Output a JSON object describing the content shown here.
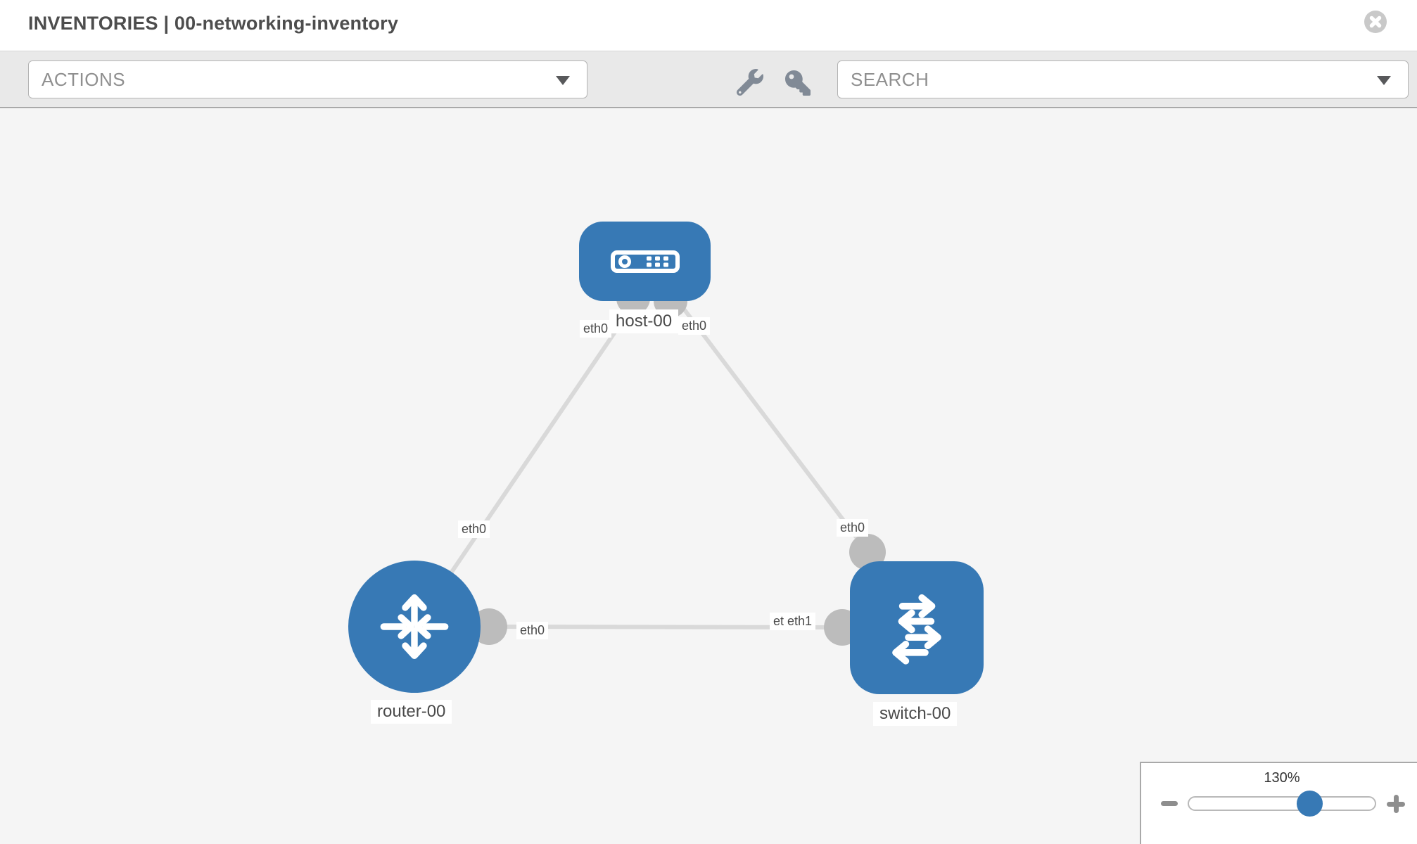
{
  "header": {
    "title": "INVENTORIES | 00-networking-inventory"
  },
  "toolbar": {
    "actions_label": "ACTIONS",
    "search_label": "SEARCH"
  },
  "topology": {
    "nodes": [
      {
        "name": "host-00",
        "type": "host"
      },
      {
        "name": "router-00",
        "type": "router"
      },
      {
        "name": "switch-00",
        "type": "switch"
      }
    ],
    "links": [
      {
        "from": "host-00",
        "from_if": "eth0",
        "to": "router-00",
        "to_if": "eth0"
      },
      {
        "from": "host-00",
        "from_if": "eth0",
        "to": "switch-00",
        "to_if": "eth0"
      },
      {
        "from": "router-00",
        "from_if": "eth0",
        "to": "switch-00",
        "to_if": "eth1",
        "to_if_overlapped": "eth0"
      }
    ]
  },
  "zoom_control": {
    "level": "130%"
  },
  "colors": {
    "node_blue": "#3779b5",
    "link_gray": "#d9d9d9",
    "connector_gray": "#bcbcbc",
    "canvas_bg": "#f5f5f5"
  }
}
